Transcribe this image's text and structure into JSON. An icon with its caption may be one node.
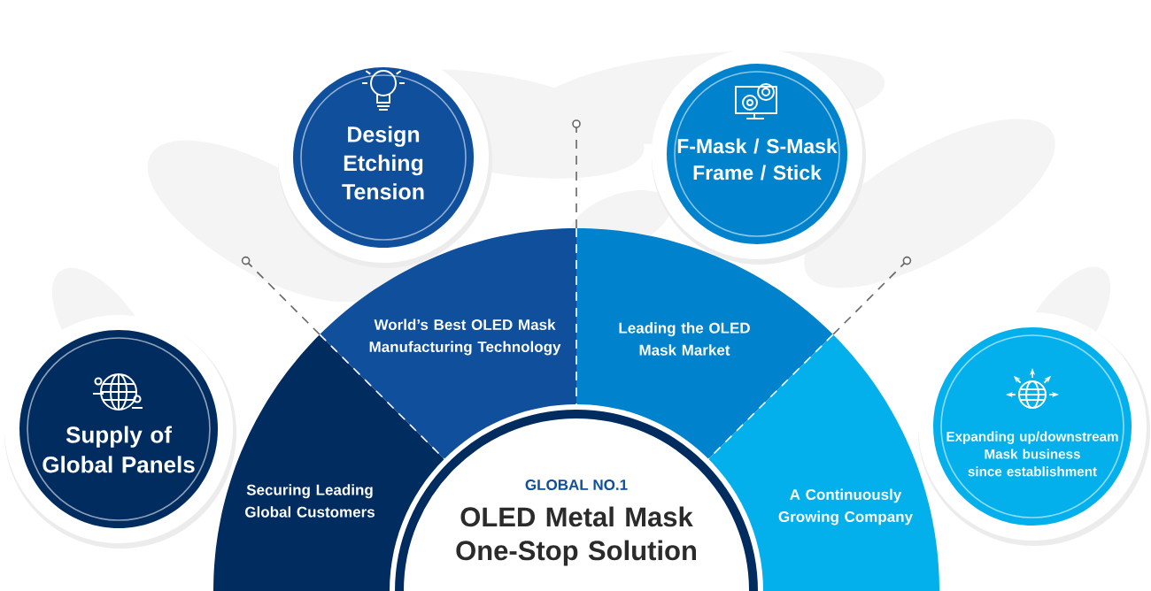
{
  "diagram": {
    "nodes": [
      {
        "text": [
          "Design Etching Tension"
        ]
      },
      {
        "text": [
          "F-Mask / S-Mask Frame / Stick"
        ]
      },
      {
        "text": [
          "World’s Best OLED Mask Manufacturing Technology"
        ]
      },
      {
        "text": [
          "Leading the OLED Mask Market"
        ]
      },
      {
        "text": [
          "Supply of Global Panels"
        ]
      },
      {
        "text": [
          "Expanding up/downstream Mask business since establishment"
        ]
      },
      {
        "text": [
          "Securing Leading Global Customers"
        ]
      },
      {
        "text": [
          "A Continuously Growing Company"
        ]
      },
      {
        "text": [
          "GLOBAL NO.1",
          "OLED Metal Mask One-Stop Solution"
        ]
      }
    ]
  }
}
